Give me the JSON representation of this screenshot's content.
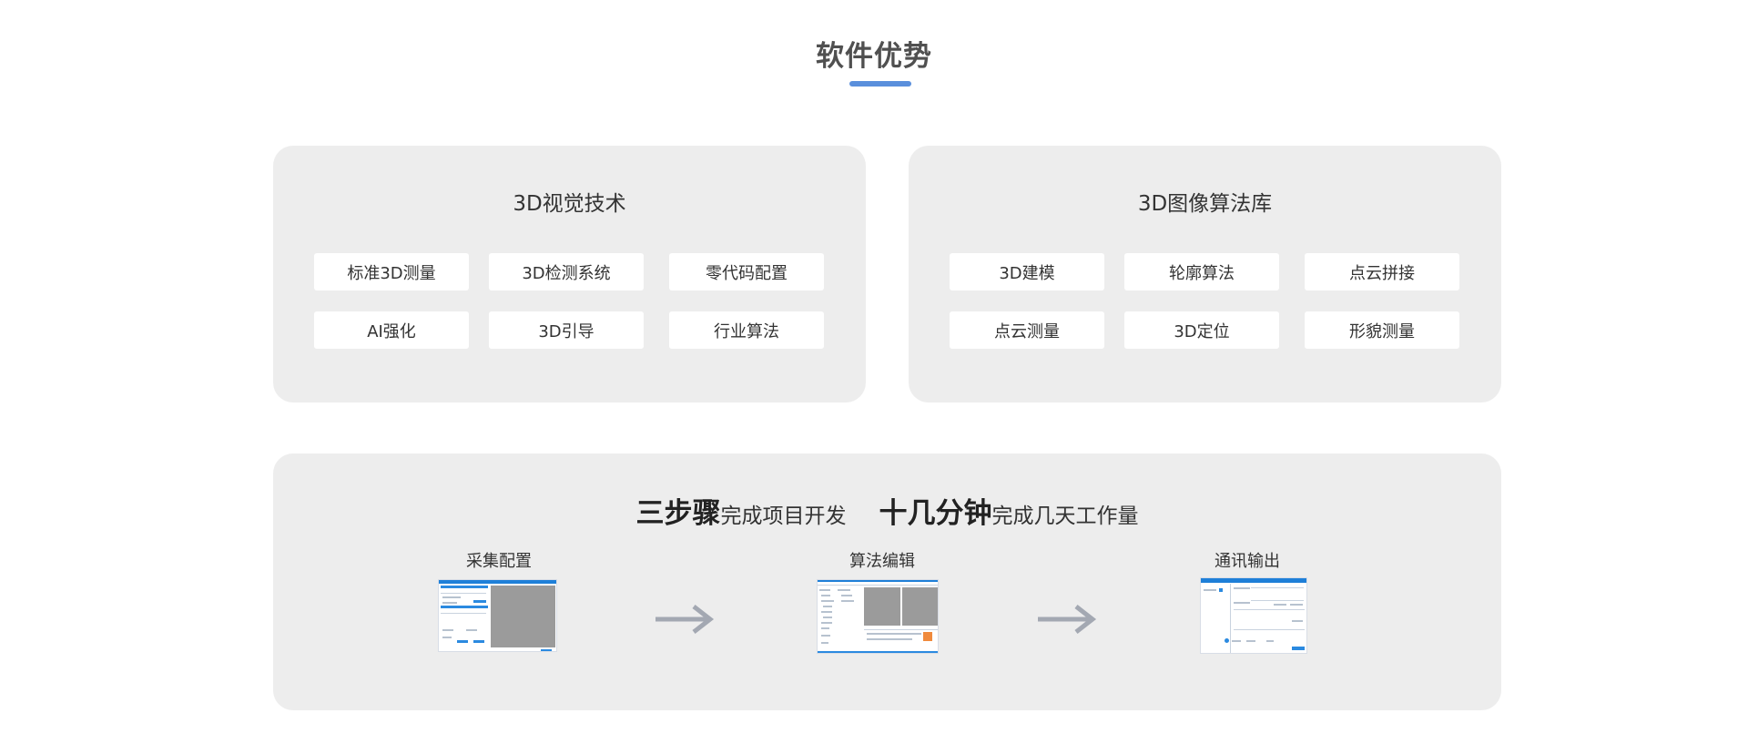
{
  "page": {
    "title": "软件优势",
    "accent_color": "#5a8fdc"
  },
  "vision_card": {
    "title": "3D视觉技术",
    "items": [
      "标准3D测量",
      "3D检测系统",
      "零代码配置",
      "AI强化",
      "3D引导",
      "行业算法"
    ]
  },
  "algo_card": {
    "title": "3D图像算法库",
    "items": [
      "3D建模",
      "轮廓算法",
      "点云拼接",
      "点云测量",
      "3D定位",
      "形貌测量"
    ]
  },
  "workflow": {
    "headline": {
      "part1_bold": "三步骤",
      "part1_rest": "完成项目开发",
      "part2_bold": "十几分钟",
      "part2_rest": "完成几天工作量"
    },
    "steps": [
      {
        "label": "采集配置",
        "thumbnail": "acquisition-config-screenshot"
      },
      {
        "label": "算法编辑",
        "thumbnail": "algorithm-edit-screenshot"
      },
      {
        "label": "通讯输出",
        "thumbnail": "communication-output-screenshot"
      }
    ],
    "arrow_color": "#a3a8b2",
    "arrow_icon": "right-arrow-icon"
  }
}
